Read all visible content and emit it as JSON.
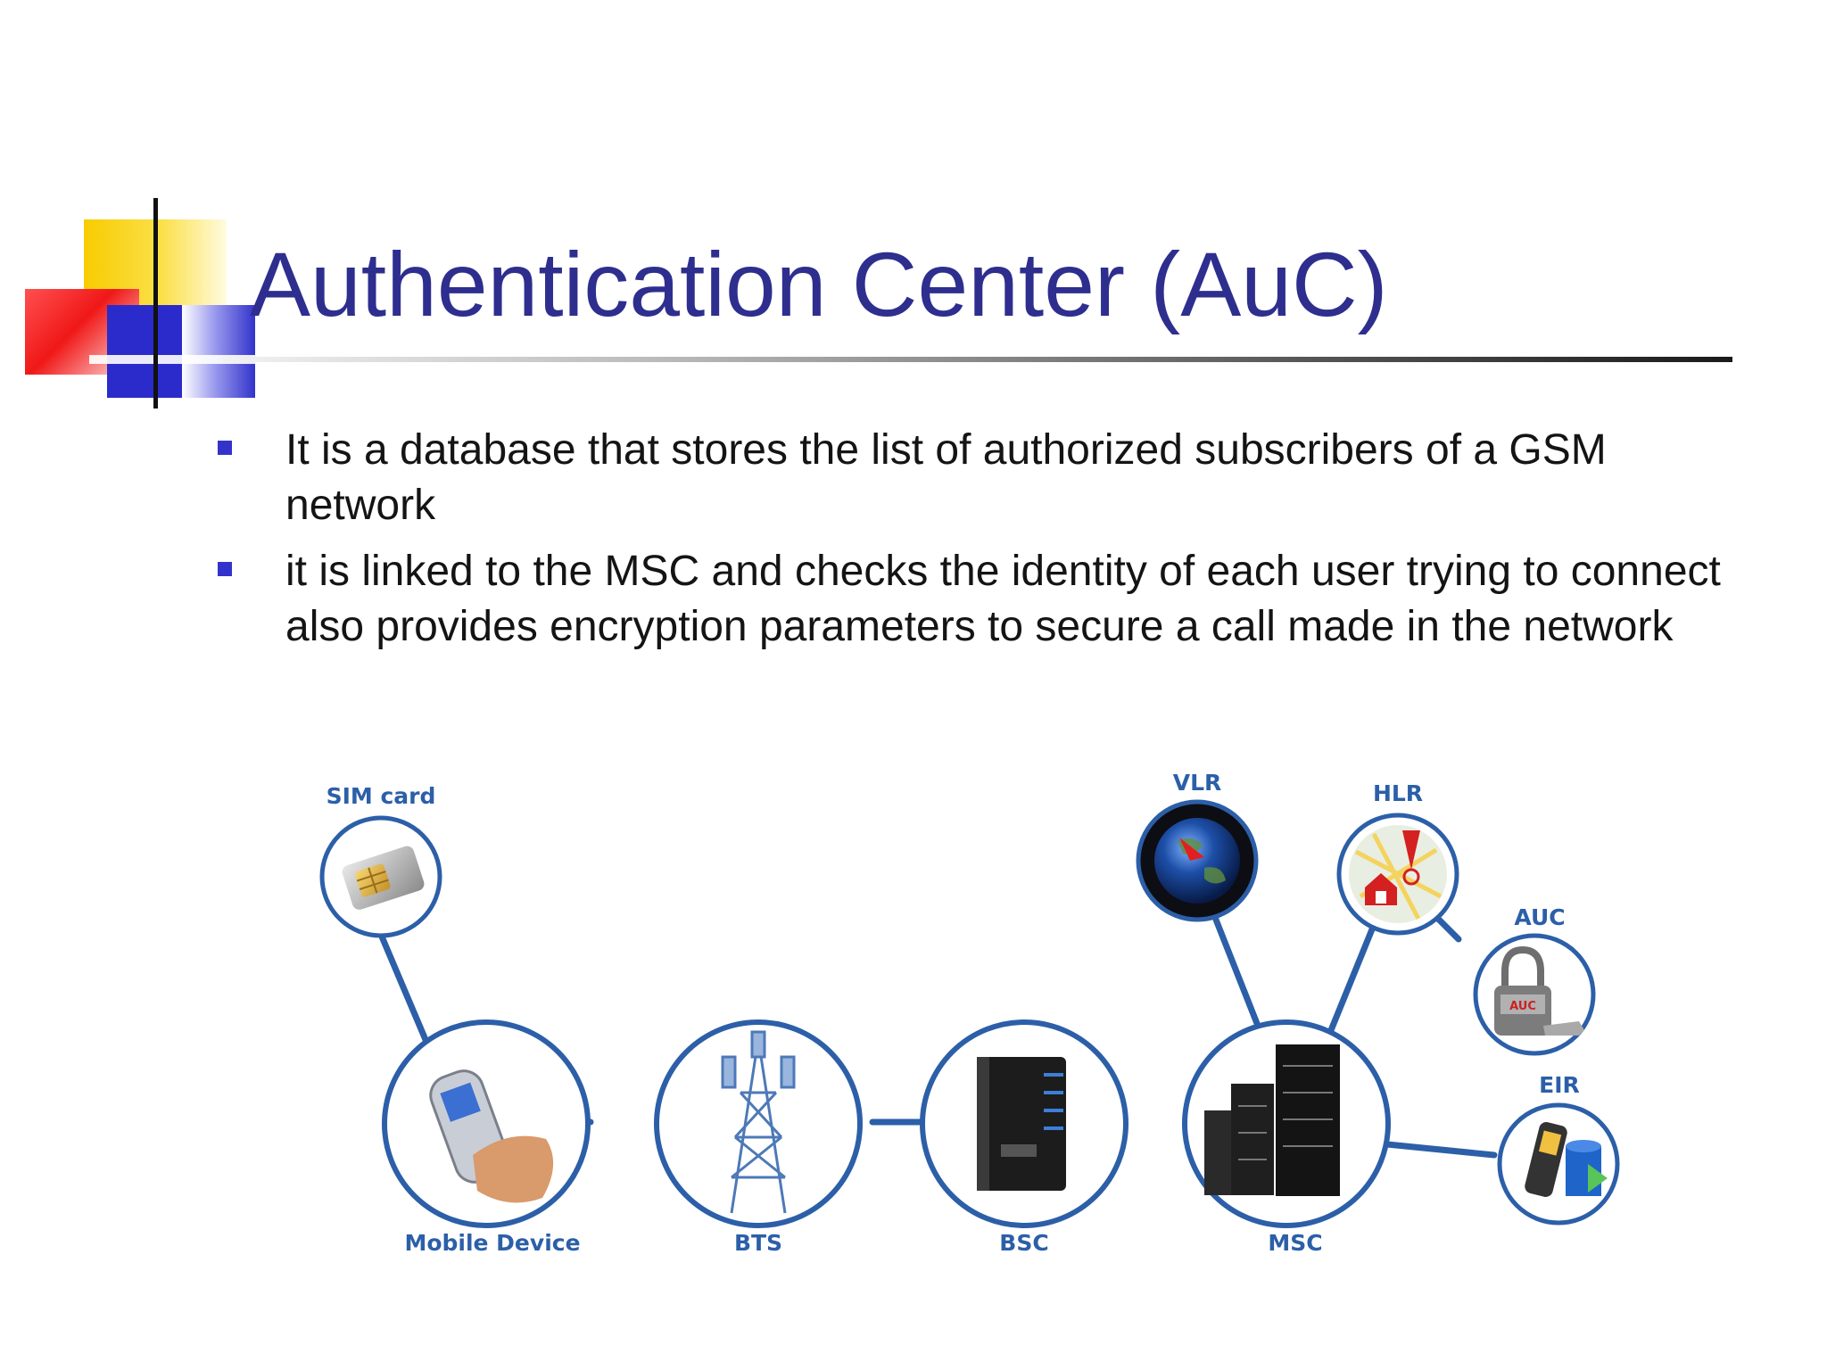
{
  "slide": {
    "title": "Authentication Center (AuC)",
    "bullets": [
      "It is a database that stores the list of authorized subscribers of a GSM network",
      "it is linked to the MSC and checks the identity of each user trying to connect also provides encryption parameters to secure a call made in the network"
    ]
  },
  "diagram": {
    "nodes": {
      "sim": {
        "label": "SIM card",
        "icon": "sim-card-icon"
      },
      "mobile": {
        "label": "Mobile Device",
        "icon": "phone-in-hand-icon"
      },
      "bts": {
        "label": "BTS",
        "icon": "cell-tower-icon"
      },
      "bsc": {
        "label": "BSC",
        "icon": "server-icon"
      },
      "msc": {
        "label": "MSC",
        "icon": "server-rack-icon"
      },
      "vlr": {
        "label": "VLR",
        "icon": "globe-icon"
      },
      "hlr": {
        "label": "HLR",
        "icon": "map-pin-icon"
      },
      "auc": {
        "label": "AUC",
        "icon": "padlock-icon"
      },
      "eir": {
        "label": "EIR",
        "icon": "phone-database-icon"
      }
    },
    "colors": {
      "accent": "#2c5fa8",
      "label": "#2c5fa8"
    }
  },
  "colors": {
    "title": "#2e2e8f",
    "bullet": "#3333cc",
    "text": "#141414"
  }
}
